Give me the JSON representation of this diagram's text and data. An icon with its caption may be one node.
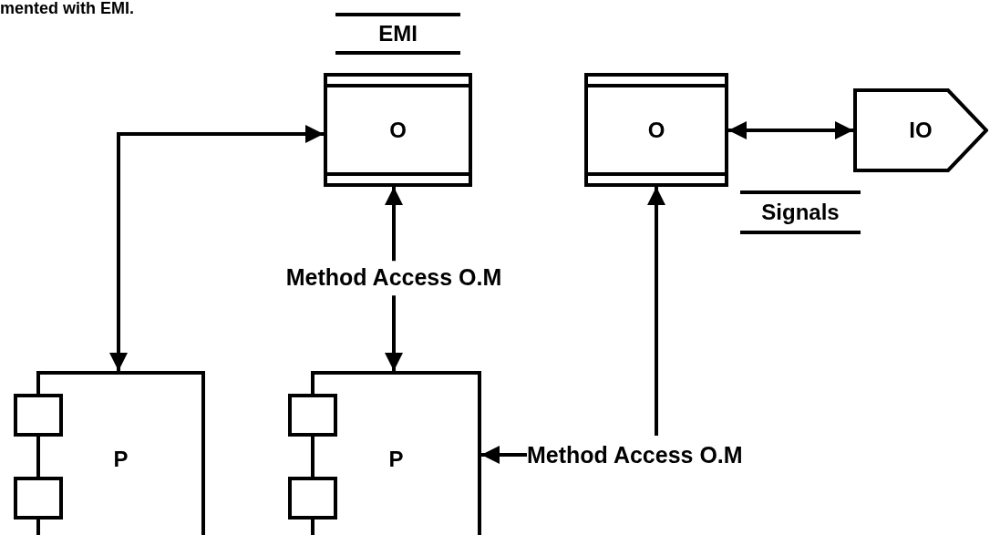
{
  "diagram": {
    "nodes": [
      {
        "text": [
          "O"
        ],
        "beside": [
          "EMI"
        ]
      },
      {
        "text": [
          "O"
        ]
      },
      {
        "text": [
          "IO"
        ]
      },
      {
        "text": [
          "P"
        ]
      },
      {
        "text": [
          "P"
        ]
      },
      {
        "text": [
          "Method Access O.M"
        ]
      }
    ],
    "edges": [
      {
        "from": 3,
        "to": 0,
        "arrow": "both"
      },
      {
        "from": 0,
        "to": 4,
        "arrow": "both",
        "label": "Method Access O.M"
      },
      {
        "from": 1,
        "to": 2,
        "arrow": "both",
        "label": "Signals"
      },
      {
        "from": 5,
        "to": 4,
        "arrow": "to"
      },
      {
        "from": 5,
        "to": 1,
        "arrow": "to"
      }
    ],
    "labels": [
      "mented with EMI."
    ]
  }
}
